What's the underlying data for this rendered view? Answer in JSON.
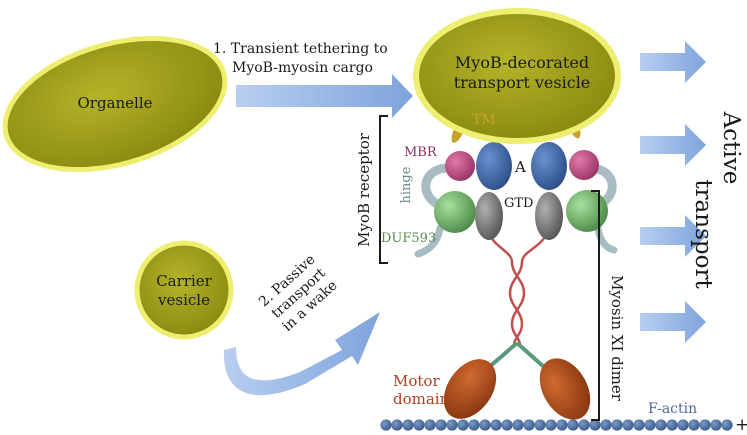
{
  "labels": {
    "organelle": "Organelle",
    "cargo_line1": "MyoB-decorated",
    "cargo_line2": "transport vesicle",
    "carrier_line1": "Carrier",
    "carrier_line2": "vesicle",
    "step1_line1": "1.   Transient tethering to",
    "step1_line2": "MyoB-myosin cargo",
    "step2_line1": "2. Passive",
    "step2_line2": "transport",
    "step2_line3": "in a wake",
    "active_word1": "Active",
    "active_word2": "transport",
    "myob_receptor": "MyoB receptor",
    "tm": "TM",
    "mbr": "MBR",
    "a": "A",
    "hinge": "hinge",
    "gtd": "GTD",
    "duf593": "DUF593",
    "myosin_xi_dimer": "Myosin XI dimer",
    "motor_line1": "Motor",
    "motor_line2": "domain",
    "f_actin": "F-actin",
    "plus": "+"
  },
  "colors": {
    "olive_fill": "#9a9a18",
    "yellow_rim": "#eeee70",
    "arrow_blue": "#8fb0e0",
    "mbr_pink": "#b84878",
    "a_blue": "#3d66a6",
    "duf_green": "#6aa860",
    "gtd_gray": "#777777",
    "hinge_gray": "#a8bcc4",
    "tm_gold": "#c8a030",
    "coil_red": "#c05050",
    "lever_green": "#5a9a7a",
    "motor_brown": "#a8481c",
    "actin_blue": "#4a6a9a",
    "label_red": "#b04020",
    "label_purple": "#8a3060",
    "label_green": "#5a8a50",
    "label_steel": "#6a8a96"
  }
}
